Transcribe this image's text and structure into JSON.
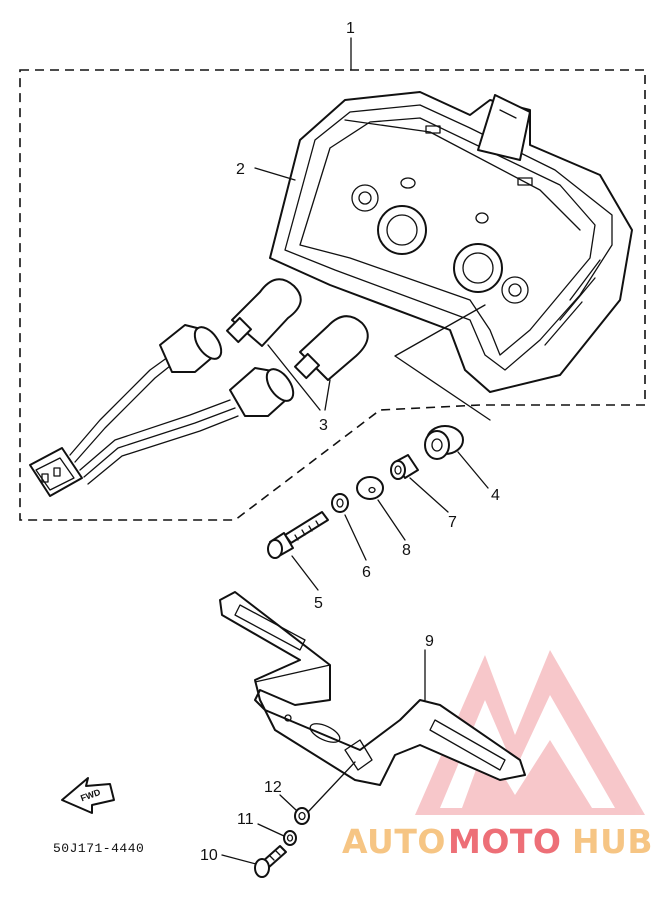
{
  "callouts": {
    "c1": "1",
    "c2": "2",
    "c3": "3",
    "c4": "4",
    "c5": "5",
    "c6": "6",
    "c7": "7",
    "c8": "8",
    "c9": "9",
    "c10": "10",
    "c11": "11",
    "c12": "12"
  },
  "diagram_code": "50J171-4440",
  "fwd_label": "FWD",
  "watermark": {
    "part1": "AUTO",
    "part2": "MOTO",
    "part3": "HUB",
    "colors": {
      "orange": "#f3b25b",
      "red": "#e8404a"
    }
  }
}
